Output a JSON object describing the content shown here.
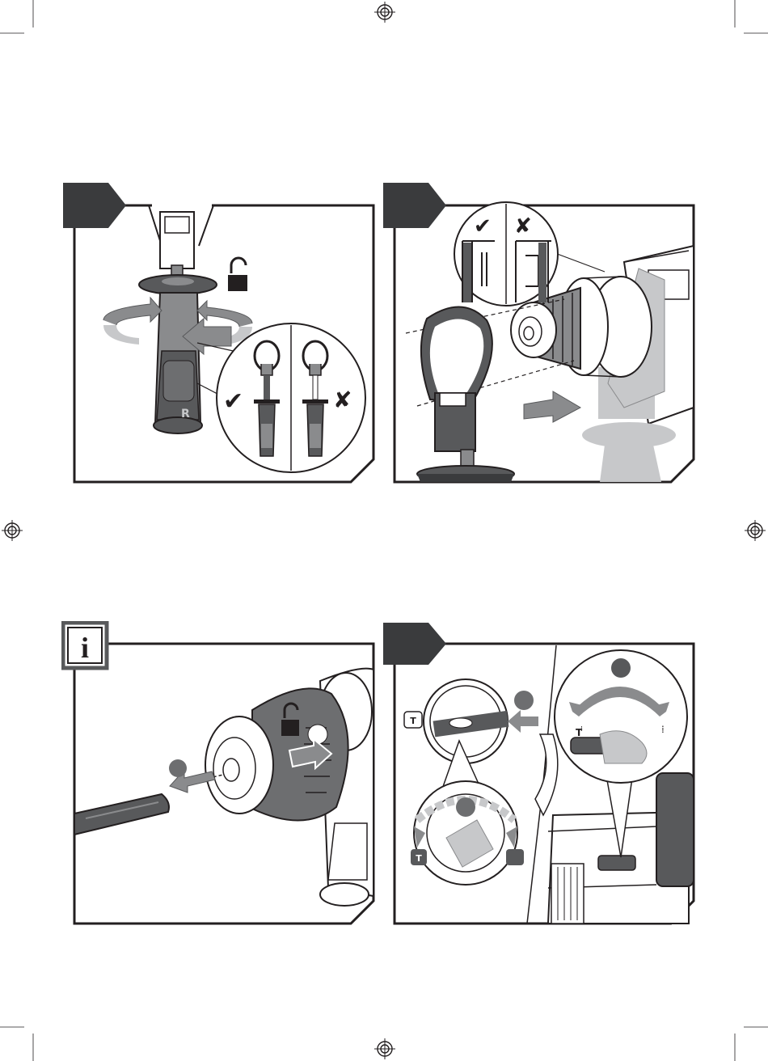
{
  "page": {
    "background": "#ffffff",
    "ink": "#231f20",
    "grey_dark": "#58595b",
    "grey_mid": "#8a8b8d",
    "grey_light": "#c7c8ca",
    "tab_fill": "#3a3b3d"
  },
  "print_marks": {
    "registration_mark": "registration-target-icon",
    "crop_marks": "crop-mark-lines"
  },
  "panels": [
    {
      "id": "panel-1",
      "header_tab": "step-arrow-tab",
      "illustration": "side handle unlocked and rotated onto drill collar",
      "icons": [
        "open-padlock-icon",
        "rotate-arrows-icon",
        "push-arrow-icon",
        "check-mark-icon",
        "cross-mark-icon"
      ]
    },
    {
      "id": "panel-2",
      "header_tab": "step-arrow-tab",
      "illustration": "side handle band slid over chuck onto collar",
      "icons": [
        "check-mark-icon",
        "cross-mark-icon",
        "slide-arrow-icon"
      ]
    },
    {
      "id": "panel-3",
      "header_tab": "info-icon",
      "header_glyph": "i",
      "illustration": "unlock chuck sleeve and pull out bit",
      "icons": [
        "open-padlock-icon",
        "push-arrow-icon",
        "pull-arrow-icon"
      ]
    },
    {
      "id": "panel-4",
      "header_tab": "step-arrow-tab",
      "illustration": "mode selector knob rotation",
      "icons": [
        "press-arrow-icon",
        "rotate-double-arrow-icon"
      ],
      "selector_labels": [
        "T",
        "T",
        "T"
      ]
    }
  ]
}
